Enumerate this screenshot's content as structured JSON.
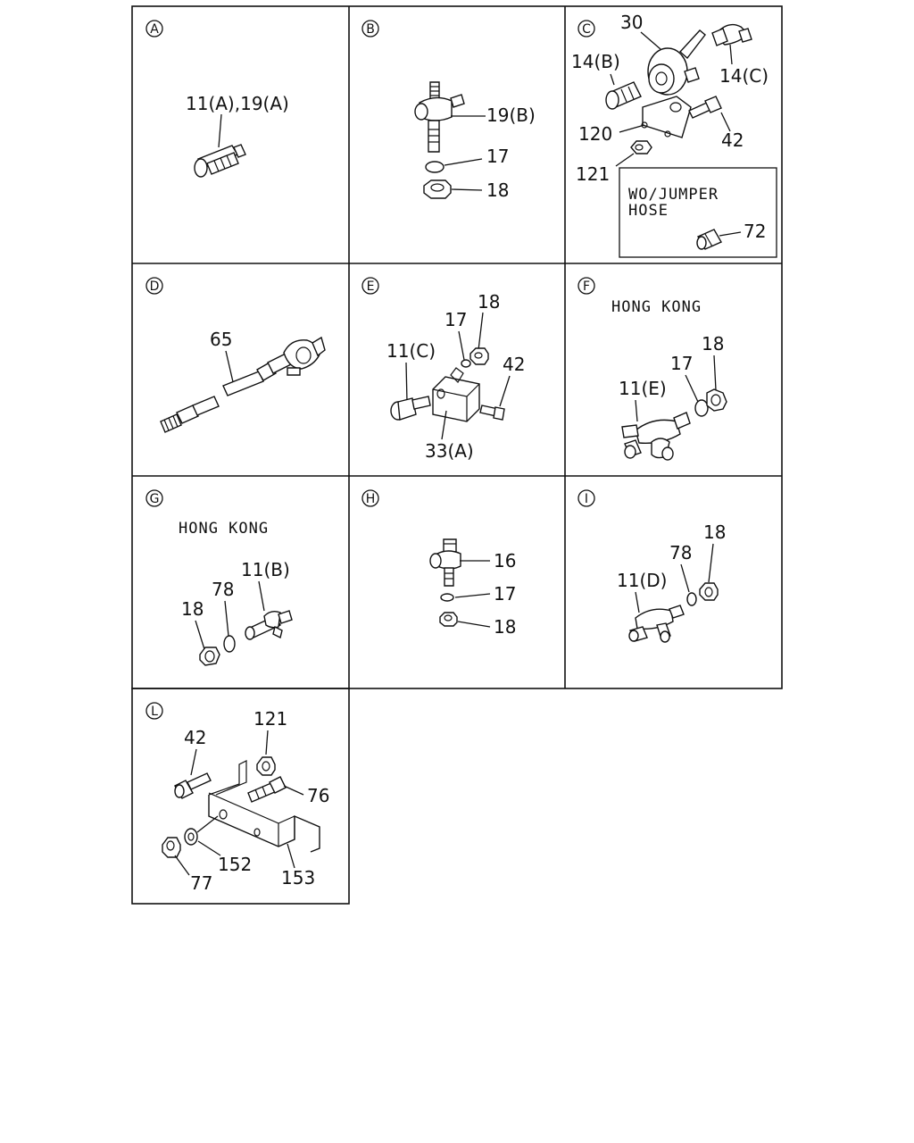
{
  "panels": [
    {
      "letter": "A",
      "labels": [
        "11(A),19(A)"
      ]
    },
    {
      "letter": "B",
      "labels": [
        "19(B)",
        "17",
        "18"
      ]
    },
    {
      "letter": "C",
      "labels": [
        "30",
        "14(B)",
        "14(C)",
        "120",
        "42",
        "121",
        "72"
      ],
      "note_line1": "WO/JUMPER",
      "note_line2": "HOSE"
    },
    {
      "letter": "D",
      "labels": [
        "65"
      ]
    },
    {
      "letter": "E",
      "labels": [
        "18",
        "17",
        "11(C)",
        "42",
        "33(A)"
      ]
    },
    {
      "letter": "F",
      "labels": [
        "17",
        "18",
        "11(E)"
      ],
      "note": "HONG KONG"
    },
    {
      "letter": "G",
      "labels": [
        "11(B)",
        "78",
        "18"
      ],
      "note": "HONG KONG"
    },
    {
      "letter": "H",
      "labels": [
        "16",
        "17",
        "18"
      ]
    },
    {
      "letter": "I",
      "labels": [
        "18",
        "78",
        "11(D)"
      ]
    },
    {
      "letter": "L",
      "labels": [
        "121",
        "42",
        "76",
        "152",
        "153",
        "77"
      ]
    }
  ]
}
